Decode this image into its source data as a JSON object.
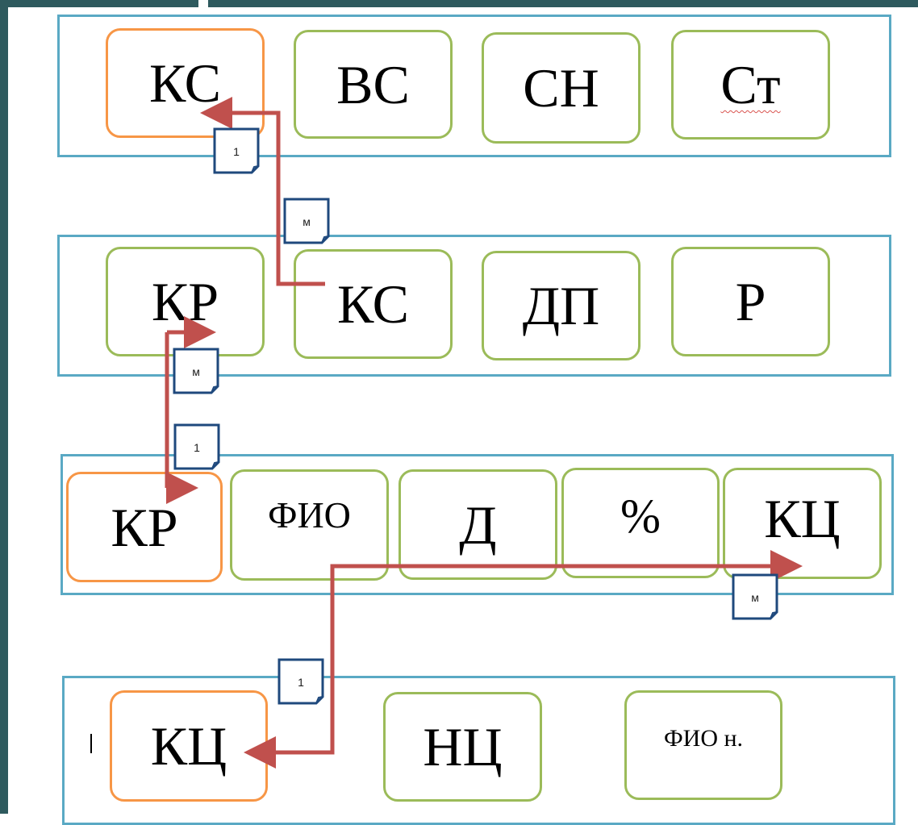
{
  "colors": {
    "frame": "#5aa9c4",
    "key_field": "#f79646",
    "field": "#9bbb59",
    "arrow": "#c0504d",
    "card_border": "#1f497d",
    "accent_bar": "#2e5a5e"
  },
  "tables": [
    {
      "fields": [
        "КС",
        "ВС",
        "СН",
        "Ст"
      ],
      "key_field": "КС"
    },
    {
      "fields": [
        "КР",
        "КС",
        "ДП",
        "Р"
      ],
      "key_field": null
    },
    {
      "fields": [
        "КР",
        "ФИО",
        "Д",
        "%",
        "КЦ"
      ],
      "key_field": "КР"
    },
    {
      "fields": [
        "КЦ",
        "НЦ",
        "ФИО н."
      ],
      "key_field": "КЦ"
    }
  ],
  "links": [
    {
      "from": "КС",
      "to": "КС",
      "one": "1",
      "many": "м"
    },
    {
      "from": "КР",
      "to": "КР",
      "one": "1",
      "many": "м"
    },
    {
      "from": "КЦ",
      "to": "КЦ",
      "one": "1",
      "many": "м"
    }
  ]
}
